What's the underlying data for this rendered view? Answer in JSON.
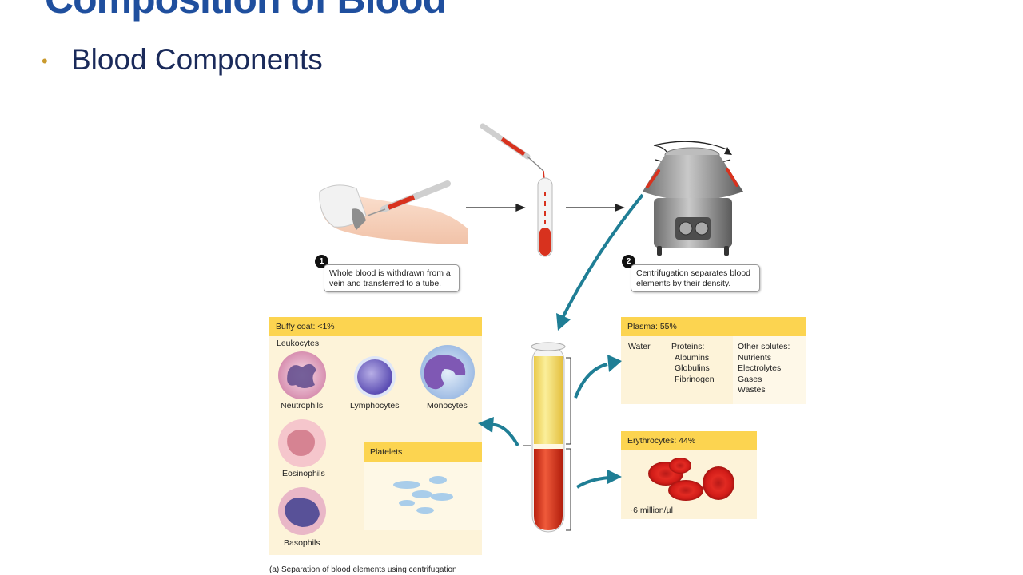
{
  "slide": {
    "title": "Composition of Blood",
    "bullet": "Blood Components"
  },
  "steps": [
    {
      "number": "1",
      "text_line1": "Whole blood is withdrawn from a",
      "text_line2": "vein and transferred to a tube."
    },
    {
      "number": "2",
      "text_line1": "Centrifugation separates blood",
      "text_line2": "elements by their density."
    }
  ],
  "buffy_coat": {
    "header": "Buffy coat: <1%",
    "group_label": "Leukocytes",
    "cells": [
      "Neutrophils",
      "Lymphocytes",
      "Monocytes",
      "Eosinophils",
      "Basophils"
    ],
    "platelets_header": "Platelets"
  },
  "plasma": {
    "header": "Plasma: 55%",
    "water": "Water",
    "proteins_label": "Proteins:",
    "proteins": [
      "Albumins",
      "Globulins",
      "Fibrinogen"
    ],
    "other_label": "Other solutes:",
    "other": [
      "Nutrients",
      "Electrolytes",
      "Gases",
      "Wastes"
    ]
  },
  "erythrocytes": {
    "header": "Erythrocytes: 44%",
    "count": "~6 million/µl"
  },
  "caption": "(a) Separation of blood elements using centrifugation",
  "colors": {
    "title": "#1f4f9e",
    "bullet": "#c99a2e",
    "panel_header": "#fcd450",
    "panel_body": "#fdf3d9",
    "arrow_teal": "#1f7e95",
    "blood_red": "#d8321e"
  }
}
